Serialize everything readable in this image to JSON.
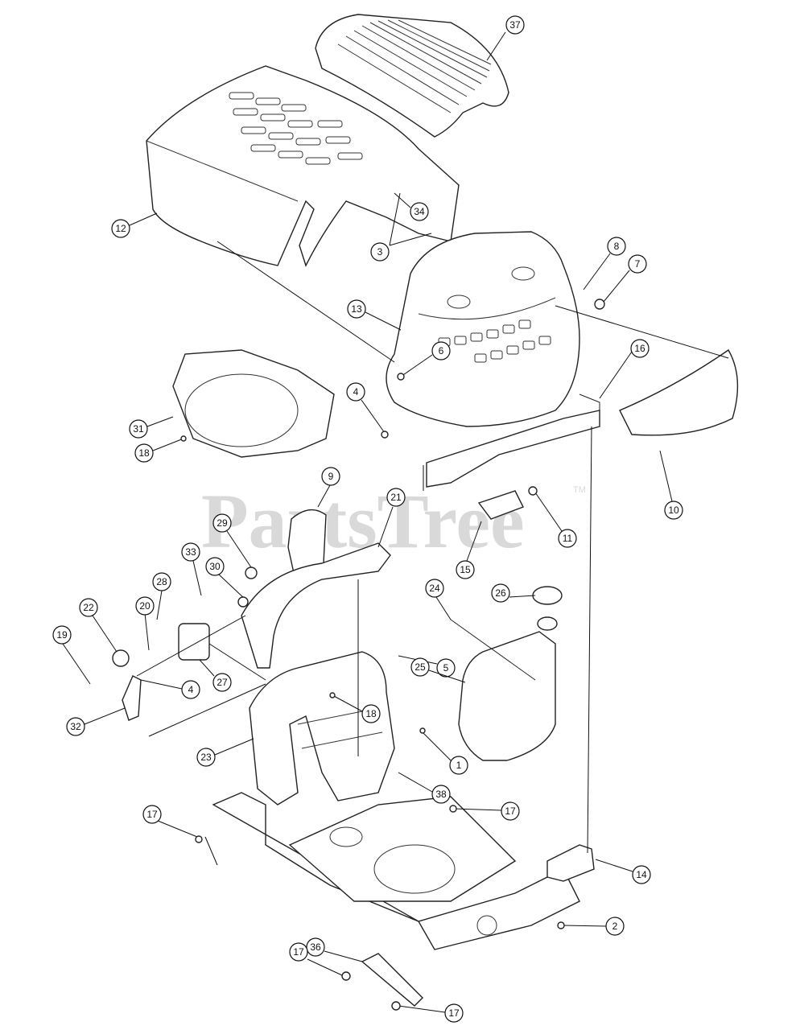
{
  "watermark": {
    "text": "PartsTree",
    "tm": "TM"
  },
  "callouts": [
    {
      "label": "37"
    },
    {
      "label": "34"
    },
    {
      "label": "3"
    },
    {
      "label": "12"
    },
    {
      "label": "8"
    },
    {
      "label": "7"
    },
    {
      "label": "13"
    },
    {
      "label": "6"
    },
    {
      "label": "4"
    },
    {
      "label": "16"
    },
    {
      "label": "31"
    },
    {
      "label": "18"
    },
    {
      "label": "10"
    },
    {
      "label": "11"
    },
    {
      "label": "9"
    },
    {
      "label": "21"
    },
    {
      "label": "15"
    },
    {
      "label": "29"
    },
    {
      "label": "33"
    },
    {
      "label": "30"
    },
    {
      "label": "28"
    },
    {
      "label": "22"
    },
    {
      "label": "20"
    },
    {
      "label": "24"
    },
    {
      "label": "26"
    },
    {
      "label": "19"
    },
    {
      "label": "5"
    },
    {
      "label": "25"
    },
    {
      "label": "27"
    },
    {
      "label": "4"
    },
    {
      "label": "18"
    },
    {
      "label": "32"
    },
    {
      "label": "1"
    },
    {
      "label": "23"
    },
    {
      "label": "38"
    },
    {
      "label": "17"
    },
    {
      "label": "17"
    },
    {
      "label": "14"
    },
    {
      "label": "2"
    },
    {
      "label": "36"
    },
    {
      "label": "17"
    },
    {
      "label": "17"
    }
  ]
}
